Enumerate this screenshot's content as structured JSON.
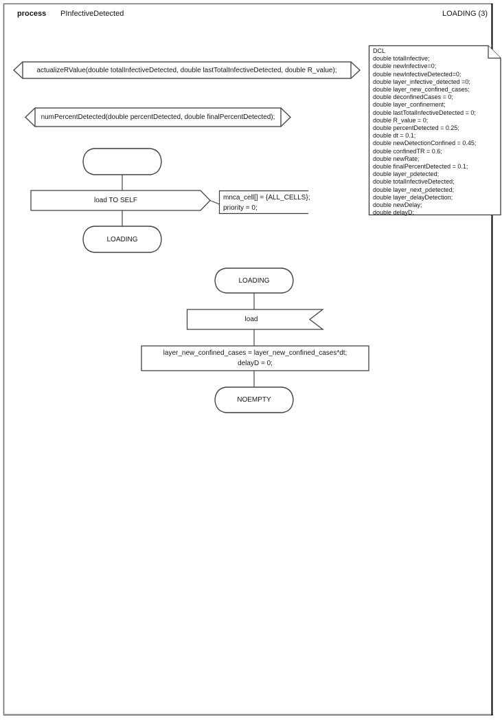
{
  "header": {
    "kind_label": "process",
    "process_name": "PInfectiveDetected",
    "page_label": "LOADING (3)"
  },
  "procedure_declarations": {
    "actualize_r_value": "actualizeRValue(double totalInfectiveDetected, double lastTotalInfectiveDetected, double R_value);",
    "num_percent_detected": "numPercentDetected(double percentDetected, double finalPercentDetected);"
  },
  "dcl_note": {
    "lines": [
      "DCL",
      "double totalInfective;",
      "double newInfective=0;",
      "double newInfectiveDetected=0;",
      "double layer_infective_detected =0;",
      "double layer_new_confined_cases;",
      "double deconfinedCases = 0;",
      "double layer_confinement;",
      "double lastTotalInfectiveDetected = 0;",
      "double R_value = 0;",
      "double percentDetected = 0.25;",
      "double dt = 0.1;",
      "double newDetectionConfined = 0.45;",
      "double confinedTR = 0.6;",
      "double newRate;",
      "double finalPercentDetected = 0.1;",
      "double layer_pdetected;",
      "double totalInfectiveDetected;",
      "double layer_next_pdetected;",
      "double layer_delayDetection;",
      "double newDelay;",
      "double delayD;"
    ]
  },
  "start_flow": {
    "output_label": "load TO SELF",
    "comment_line1": "mnca_cell[] = {ALL_CELLS};",
    "comment_line2": "priority = 0;",
    "next_state": "LOADING"
  },
  "loading_flow": {
    "state_top": "LOADING",
    "input_signal": "load",
    "task_line1": "layer_new_confined_cases = layer_new_confined_cases*dt;",
    "task_line2": "delayD = 0;",
    "state_bottom": "NOEMPTY"
  },
  "colors": {
    "frame_border": "#6e6e6e",
    "frame_right_border": "#000000",
    "shape_stroke": "#424242",
    "background": "#ffffff"
  }
}
